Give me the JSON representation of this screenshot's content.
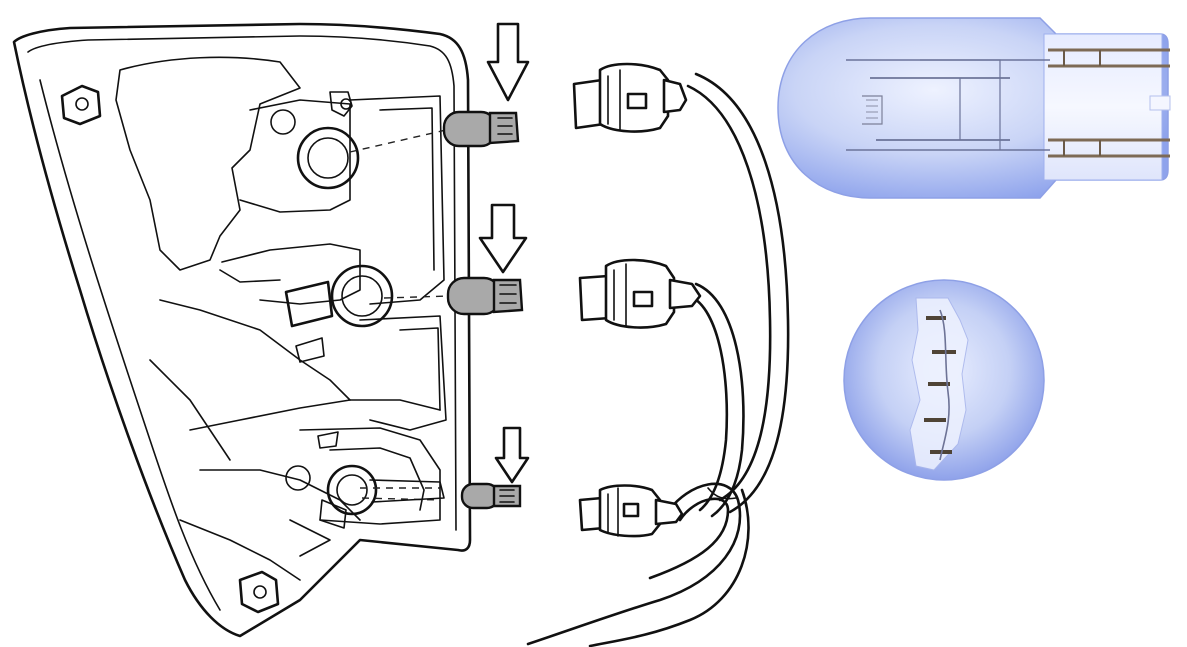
{
  "figure": {
    "bulbs": [
      {
        "id": "upper-bulb",
        "arrow": "down-arrow-icon"
      },
      {
        "id": "middle-bulb",
        "arrow": "down-arrow-icon"
      },
      {
        "id": "lower-bulb",
        "arrow": "down-arrow-icon"
      }
    ],
    "photos": [
      {
        "id": "bulb-photo-side",
        "glass_color": "#c7d3f5"
      },
      {
        "id": "bulb-photo-end",
        "glass_color": "#b7c5f2"
      }
    ],
    "colors": {
      "line": "#111111",
      "bulb_gray": "#a9a9a9",
      "glass_blue": "#bfccf4"
    }
  }
}
